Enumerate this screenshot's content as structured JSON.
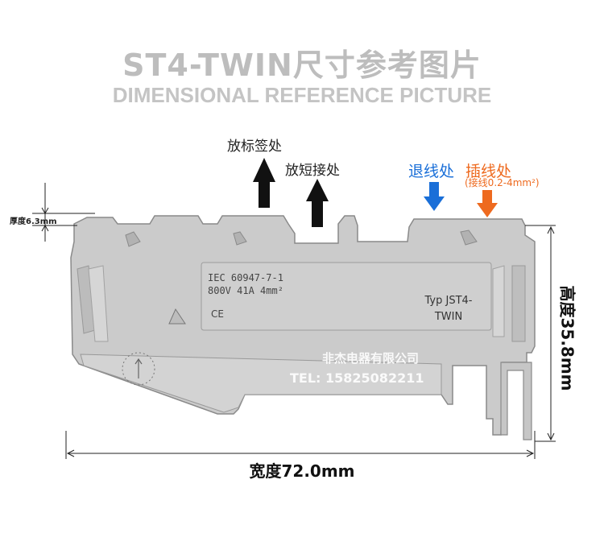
{
  "header": {
    "title": "ST4-TWIN尺寸参考图片",
    "subtitle": "DIMENSIONAL REFERENCE PICTURE"
  },
  "annotations": {
    "label_marker": "放标签处",
    "short_circuit": "放短接处",
    "release": "退线处",
    "insert": "插线处",
    "wire_range": "(接线0.2-4mm²)"
  },
  "dimensions": {
    "thickness": "厚度6.3mm",
    "width": "宽度72.0mm",
    "height": "高度35.8mm"
  },
  "nameplate": {
    "standard": "IEC 60947-7-1",
    "rating": "800V  41A  4mm²",
    "mark": "CE",
    "type_label": "Typ JST4-",
    "type_name": "TWIN"
  },
  "watermark": {
    "company": "非杰电器有限公司",
    "tel": "TEL: 15825082211"
  },
  "colors": {
    "title": "#bdbdbd",
    "release_blue": "#1a6fd8",
    "insert_orange": "#ee6a1f",
    "housing": "#c9c9c9",
    "outline": "#8a8a8a"
  }
}
